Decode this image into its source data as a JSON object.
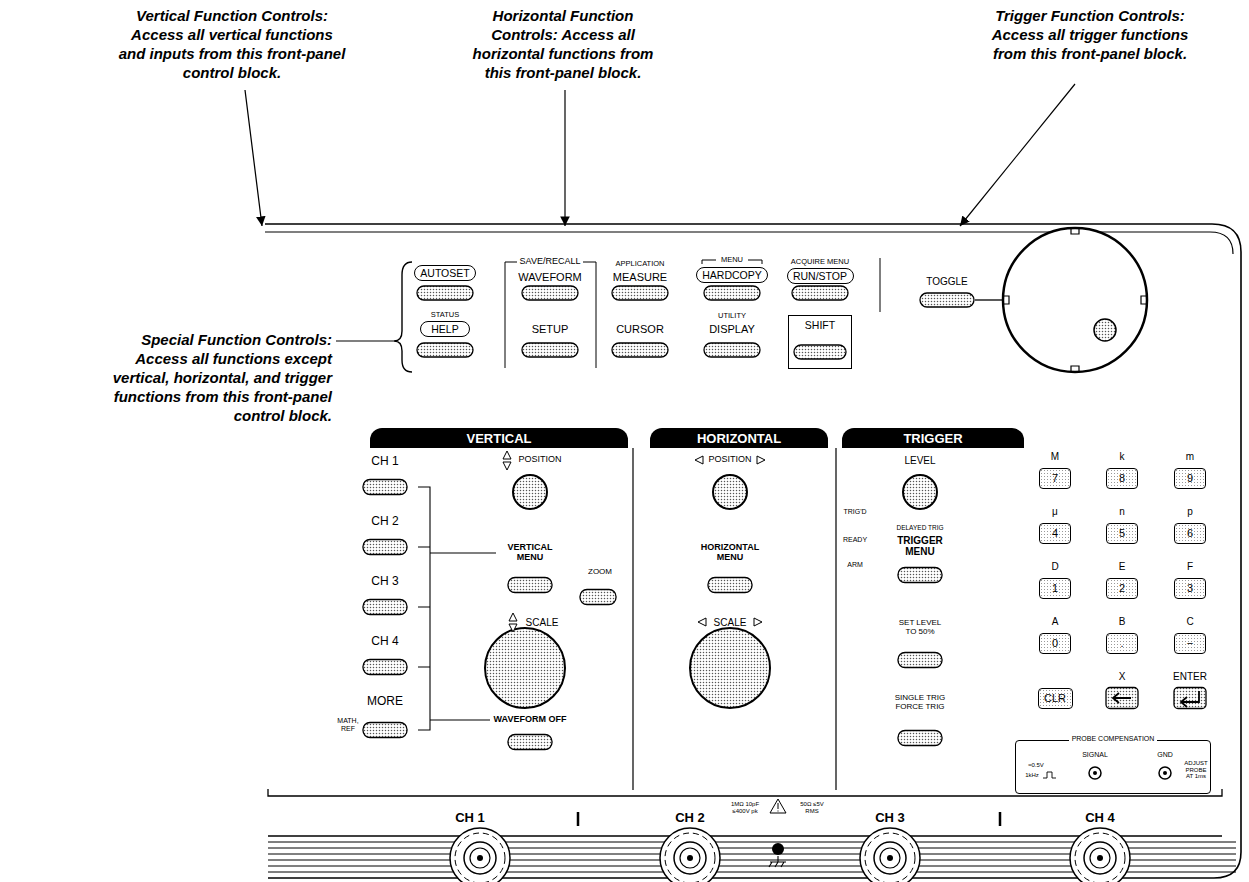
{
  "diagram": {
    "nodes": [
      {
        "text": [
          "AUTOSET"
        ]
      },
      {
        "text": [
          "HELP"
        ]
      },
      {
        "text": [
          "HARDCOPY"
        ]
      },
      {
        "text": [
          "RUN/STOP"
        ]
      },
      {
        "text": [
          "SHIFT"
        ]
      },
      {
        "text": [
          "VERTICAL"
        ]
      },
      {
        "text": [
          "HORIZONTAL"
        ]
      },
      {
        "text": [
          "TRIGGER"
        ]
      },
      {
        "text": [
          "7"
        ]
      },
      {
        "text": [
          "8"
        ]
      },
      {
        "text": [
          "9"
        ]
      },
      {
        "text": [
          "4"
        ]
      },
      {
        "text": [
          "5"
        ]
      },
      {
        "text": [
          "6"
        ]
      },
      {
        "text": [
          "1"
        ]
      },
      {
        "text": [
          "2"
        ]
      },
      {
        "text": [
          "3"
        ]
      },
      {
        "text": [
          "0"
        ]
      },
      {
        "text": [
          "."
        ]
      },
      {
        "text": [
          "−"
        ]
      },
      {
        "text": [
          "CLR"
        ]
      },
      {
        "text": [
          "PROBE COMPENSATION"
        ]
      }
    ],
    "labels": [
      "Special Function Controls: Access all functions except vertical, horizontal, and trigger functions from this front-panel control block.",
      "Vertical Function Controls: Access all vertical functions and inputs from this front-panel control block.",
      "Horizontal Function Controls: Access all horizontal functions from this front-panel block.",
      "Trigger Function Controls: Access all trigger functions from this front-panel block.",
      "SAVE/RECALL",
      "WAVEFORM",
      "APPLICATION",
      "MEASURE",
      "MENU",
      "ACQUIRE MENU",
      "TOGGLE",
      "STATUS",
      "SETUP",
      "CURSOR",
      "UTILITY",
      "DISPLAY",
      "CH 1",
      "CH 2",
      "CH 3",
      "CH 4",
      "MORE",
      "MATH, REF",
      "POSITION",
      "VERTICAL MENU",
      "SCALE",
      "WAVEFORM OFF",
      "ZOOM",
      "POSITION",
      "HORIZONTAL MENU",
      "SCALE",
      "LEVEL",
      "TRIG'D",
      "READY",
      "ARM",
      "DELAYED TRIG",
      "TRIGGER MENU",
      "SET LEVEL TO 50%",
      "SINGLE TRIG FORCE TRIG",
      "M",
      "k",
      "m",
      "μ",
      "n",
      "p",
      "D",
      "E",
      "F",
      "A",
      "B",
      "C",
      "X",
      "ENTER",
      "SIGNAL",
      "GND",
      "≈0.5V",
      "1kHz",
      "ADJUST PROBE AT 1ms",
      "CH 1",
      "CH 2",
      "CH 3",
      "CH 4",
      "1MΩ 10pF ≤400V pk",
      "50Ω ≤5V RMS"
    ]
  }
}
